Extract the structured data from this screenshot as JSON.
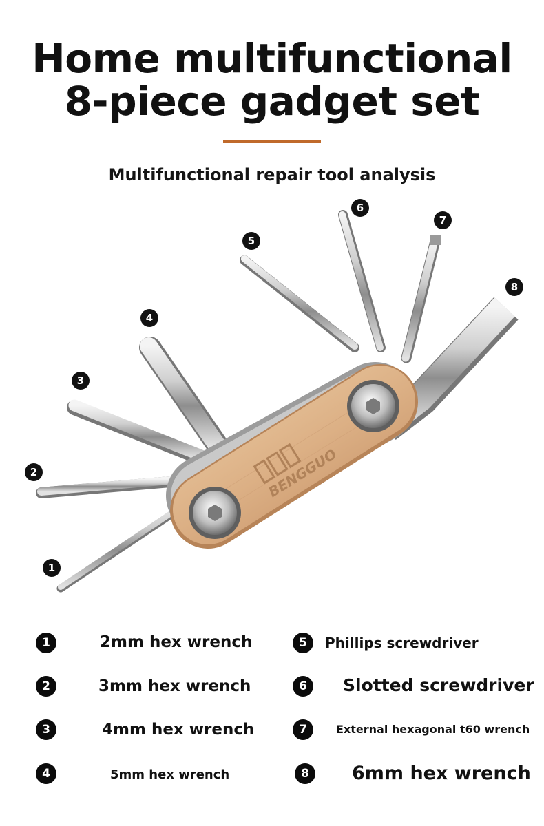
{
  "title_line1": "Home multifunctional",
  "title_line2": "8-piece gadget set",
  "subtitle": "Multifunctional repair tool analysis",
  "accent_color": "#c06a2b",
  "brand_text": "BENGGUO",
  "markers": [
    "1",
    "2",
    "3",
    "4",
    "5",
    "6",
    "7",
    "8"
  ],
  "legend": [
    {
      "num": "1",
      "label": "2mm hex wrench"
    },
    {
      "num": "2",
      "label": "3mm hex wrench"
    },
    {
      "num": "3",
      "label": "4mm hex wrench"
    },
    {
      "num": "4",
      "label": "5mm hex wrench"
    },
    {
      "num": "5",
      "label": "Phillips screwdriver"
    },
    {
      "num": "6",
      "label": "Slotted screwdriver"
    },
    {
      "num": "7",
      "label": "External hexagonal t60 wrench"
    },
    {
      "num": "8",
      "label": "6mm hex wrench"
    }
  ]
}
